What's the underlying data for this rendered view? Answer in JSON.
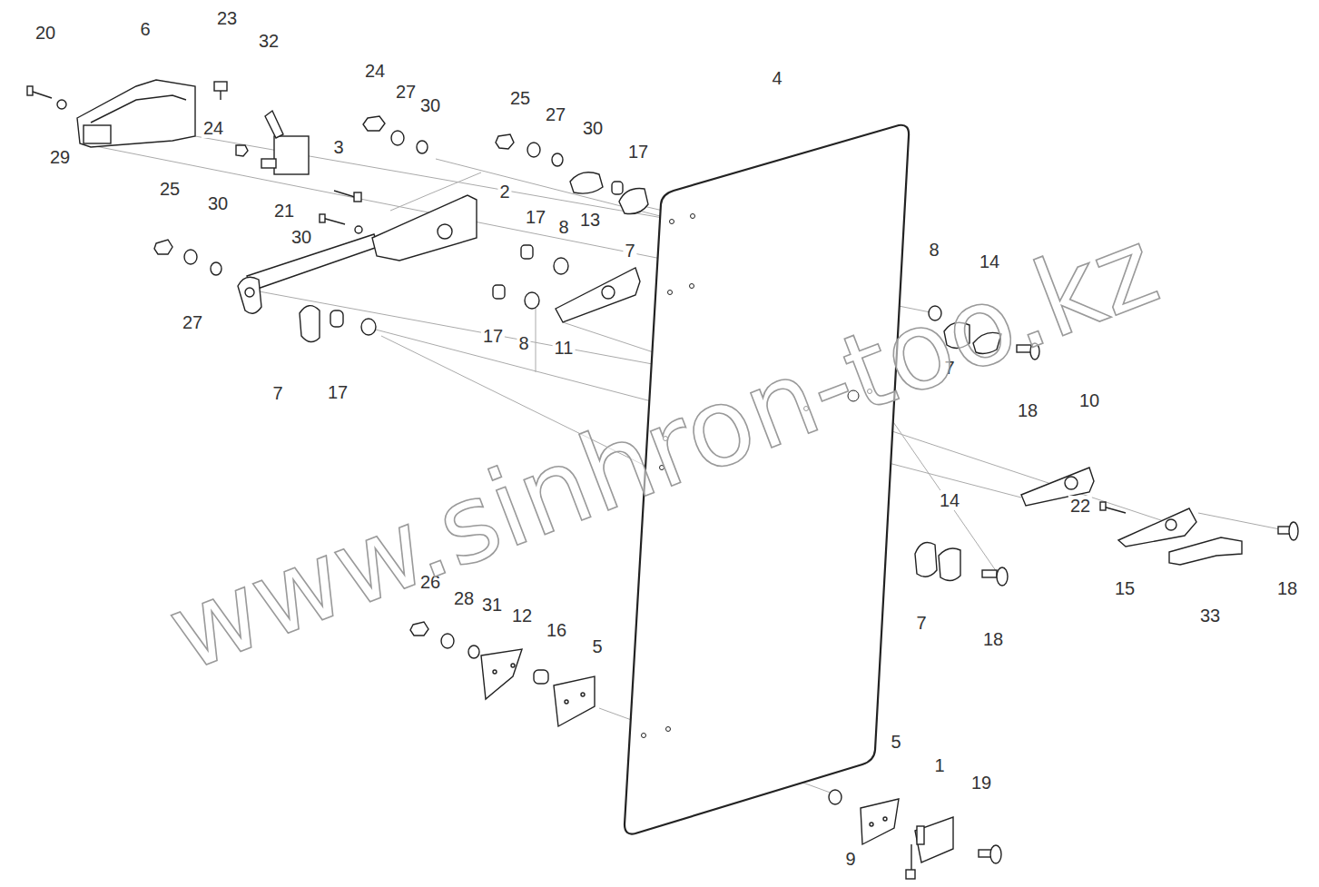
{
  "diagram": {
    "labels": [
      "20",
      "6",
      "23",
      "32",
      "24",
      "27",
      "30",
      "25",
      "27",
      "30",
      "4",
      "29",
      "24",
      "3",
      "17",
      "2",
      "13",
      "25",
      "30",
      "21",
      "30",
      "17",
      "8",
      "7",
      "8",
      "14",
      "27",
      "17",
      "8",
      "11",
      "7",
      "7",
      "17",
      "18",
      "10",
      "22",
      "14",
      "26",
      "28",
      "31",
      "12",
      "16",
      "5",
      "15",
      "33",
      "18",
      "7",
      "18",
      "5",
      "1",
      "19",
      "9",
      "www.sinhron-too.kz"
    ]
  }
}
